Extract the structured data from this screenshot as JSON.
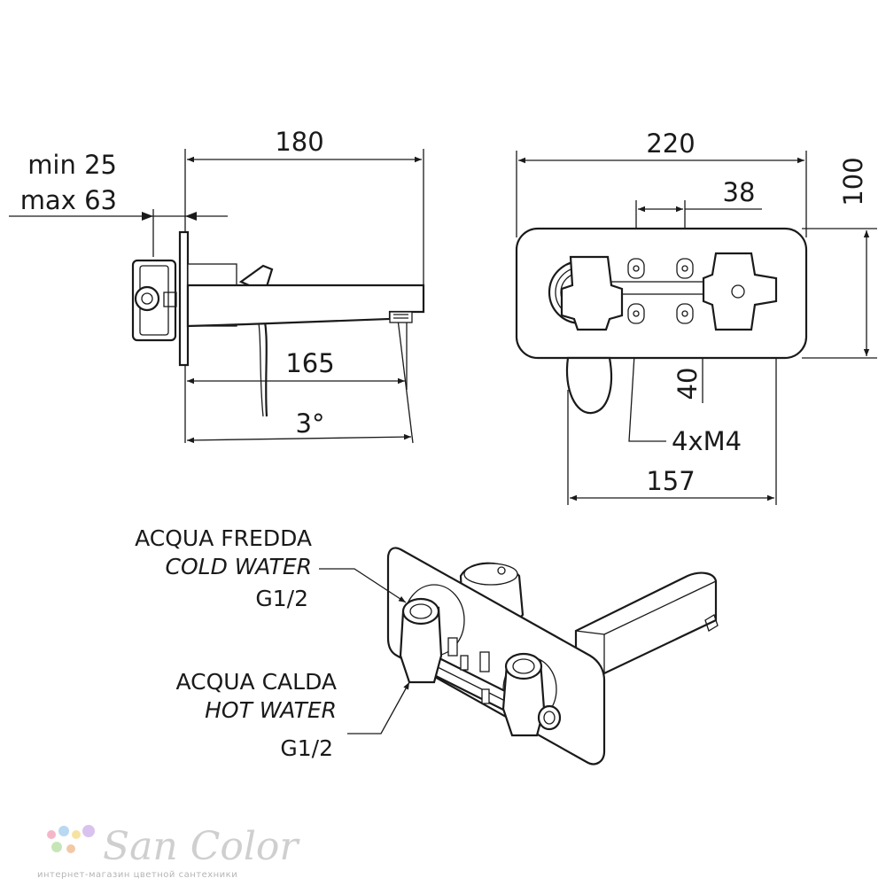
{
  "side_view": {
    "dim_total_length": "180",
    "dim_wall_min": "min 25",
    "dim_wall_max": "max 63",
    "dim_spout_length": "165",
    "dim_angle": "3°"
  },
  "front_view": {
    "dim_plate_width": "220",
    "dim_plate_height": "100",
    "dim_hole_spacing": "38",
    "dim_vertical_offset": "40",
    "dim_screws": "4xM4",
    "dim_base_width": "157"
  },
  "iso_view": {
    "cold_label_it": "ACQUA FREDDA",
    "cold_label_en": "COLD WATER",
    "cold_thread": "G1/2",
    "hot_label_it": "ACQUA CALDA",
    "hot_label_en": "HOT WATER",
    "hot_thread": "G1/2"
  },
  "watermark": {
    "brand": "San Color",
    "tagline": "интернет-магазин цветной сантехники",
    "dot_colors": [
      "#f5b7c8",
      "#b9d8f2",
      "#f7e3a1",
      "#c7e6b8",
      "#d9c3ee",
      "#f2c9a6"
    ]
  }
}
